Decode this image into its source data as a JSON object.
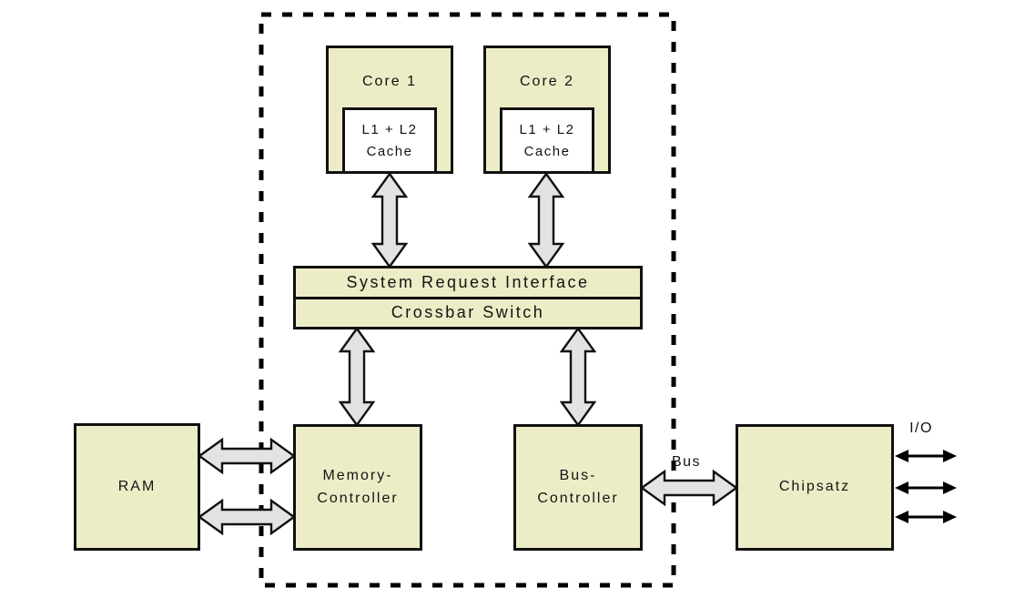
{
  "nodes": {
    "core1": {
      "label": "Core 1"
    },
    "core2": {
      "label": "Core 2"
    },
    "cache1": {
      "line1": "L1 + L2",
      "line2": "Cache"
    },
    "cache2": {
      "line1": "L1 + L2",
      "line2": "Cache"
    },
    "system_request_interface": {
      "label": "System Request Interface"
    },
    "crossbar_switch": {
      "label": "Crossbar Switch"
    },
    "memory_controller": {
      "line1": "Memory-",
      "line2": "Controller"
    },
    "bus_controller": {
      "line1": "Bus-",
      "line2": "Controller"
    },
    "ram": {
      "label": "RAM"
    },
    "chipsatz": {
      "label": "Chipsatz"
    }
  },
  "labels": {
    "bus": "Bus",
    "io": "I/O"
  },
  "colors": {
    "box_fill": "#ecedc6",
    "cache_fill": "#ffffff",
    "arrow_fill": "#e3e3e3",
    "outline": "#111111",
    "background": "#ffffff"
  }
}
